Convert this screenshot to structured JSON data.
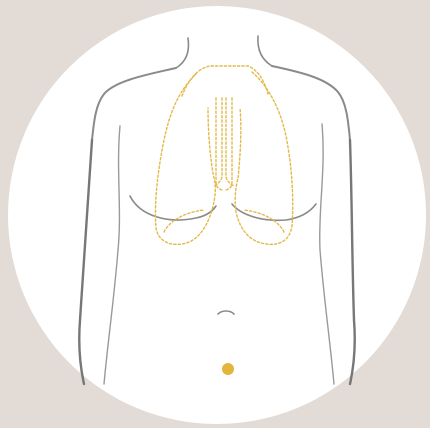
{
  "illustration": {
    "subject": "front-torso-outline",
    "marked_organ": "lungs",
    "marker_point": "navel-marker"
  },
  "colors": {
    "background": "#e2dbd6",
    "circle": "#ffffff",
    "body_outline": "#7a7a7a",
    "organ_outline": "#e3b94a",
    "marker": "#e3b53c"
  },
  "icons": [
    "torso-outline-icon",
    "lungs-outline-icon",
    "navel-dot-icon"
  ]
}
